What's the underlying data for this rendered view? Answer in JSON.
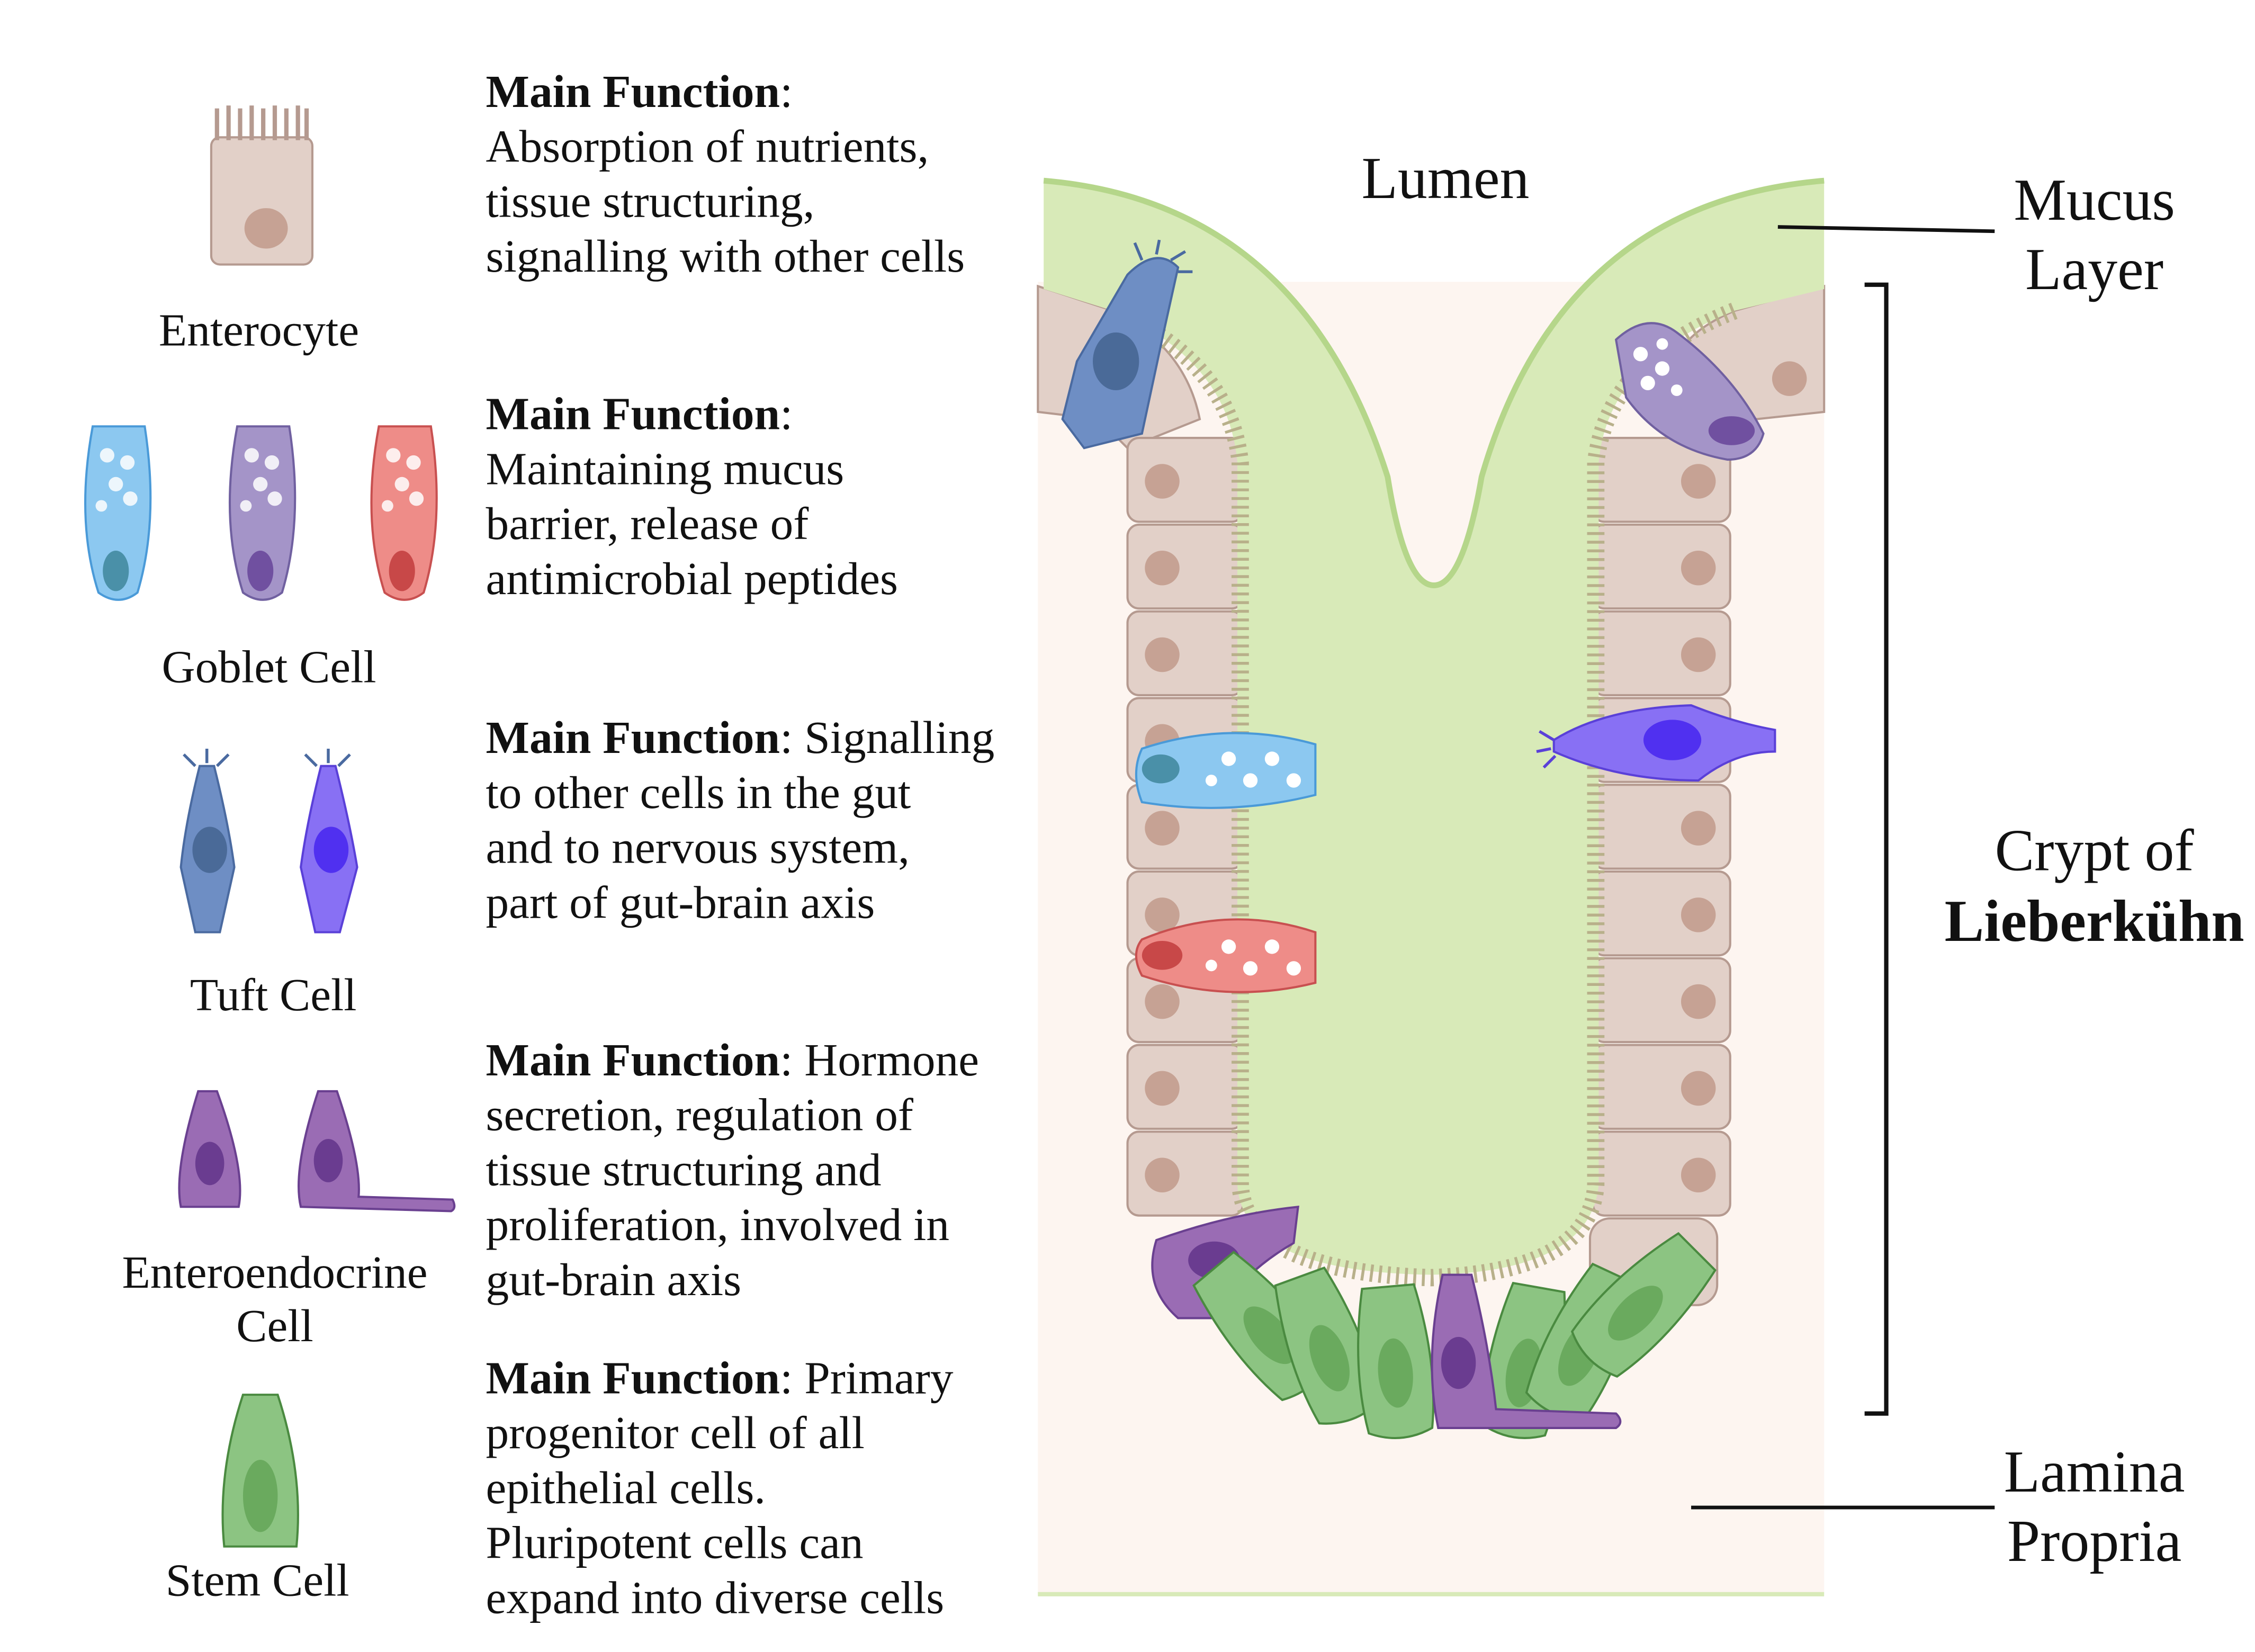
{
  "legend": [
    {
      "name": [
        "Enterocyte"
      ],
      "bold": "Main Function",
      "first_rest": ":",
      "lines": [
        "Absorption of nutrients,",
        "tissue structuring,",
        "signalling with other cells"
      ]
    },
    {
      "name": [
        "Goblet Cell"
      ],
      "bold": "Main Function",
      "first_rest": ":",
      "lines": [
        "Maintaining mucus",
        "barrier, release of",
        "antimicrobial peptides"
      ]
    },
    {
      "name": [
        "Tuft Cell"
      ],
      "bold": "Main Function",
      "first_rest": ": Signalling",
      "lines": [
        "to other cells in the gut",
        "and to nervous system,",
        "part of gut-brain axis"
      ]
    },
    {
      "name": [
        "Enteroendocrine",
        "Cell"
      ],
      "bold": "Main Function",
      "first_rest": ": Hormone",
      "lines": [
        "secretion, regulation of",
        "tissue structuring and",
        "proliferation, involved in",
        "gut-brain axis"
      ]
    },
    {
      "name": [
        "Stem Cell"
      ],
      "bold": "Main Function",
      "first_rest": ": Primary",
      "lines": [
        "progenitor cell of all",
        "epithelial cells.",
        "Pluripotent cells can",
        "expand into diverse cells"
      ]
    }
  ],
  "diagram": {
    "lumen": "Lumen",
    "mucus": [
      "Mucus",
      "Layer"
    ],
    "crypt": [
      "Crypt of",
      "Lieberkühn"
    ],
    "lamina": [
      "Lamina",
      "Propria"
    ]
  },
  "colors": {
    "mucus": "#d8eab8",
    "mucus_edge": "#b5d68a",
    "lamina": "#fdf5f0",
    "epithelium": "#e2d0c8",
    "nucleus": "#c6a294",
    "goblet_blue": "#8cc8f0",
    "goblet_purple": "#a494c8",
    "goblet_red": "#ee8c88",
    "tuft_blue": "#6e8ec4",
    "tuft_violet": "#8870f4",
    "enteroendocrine": "#9a6cb4",
    "stem": "#8cc482"
  }
}
